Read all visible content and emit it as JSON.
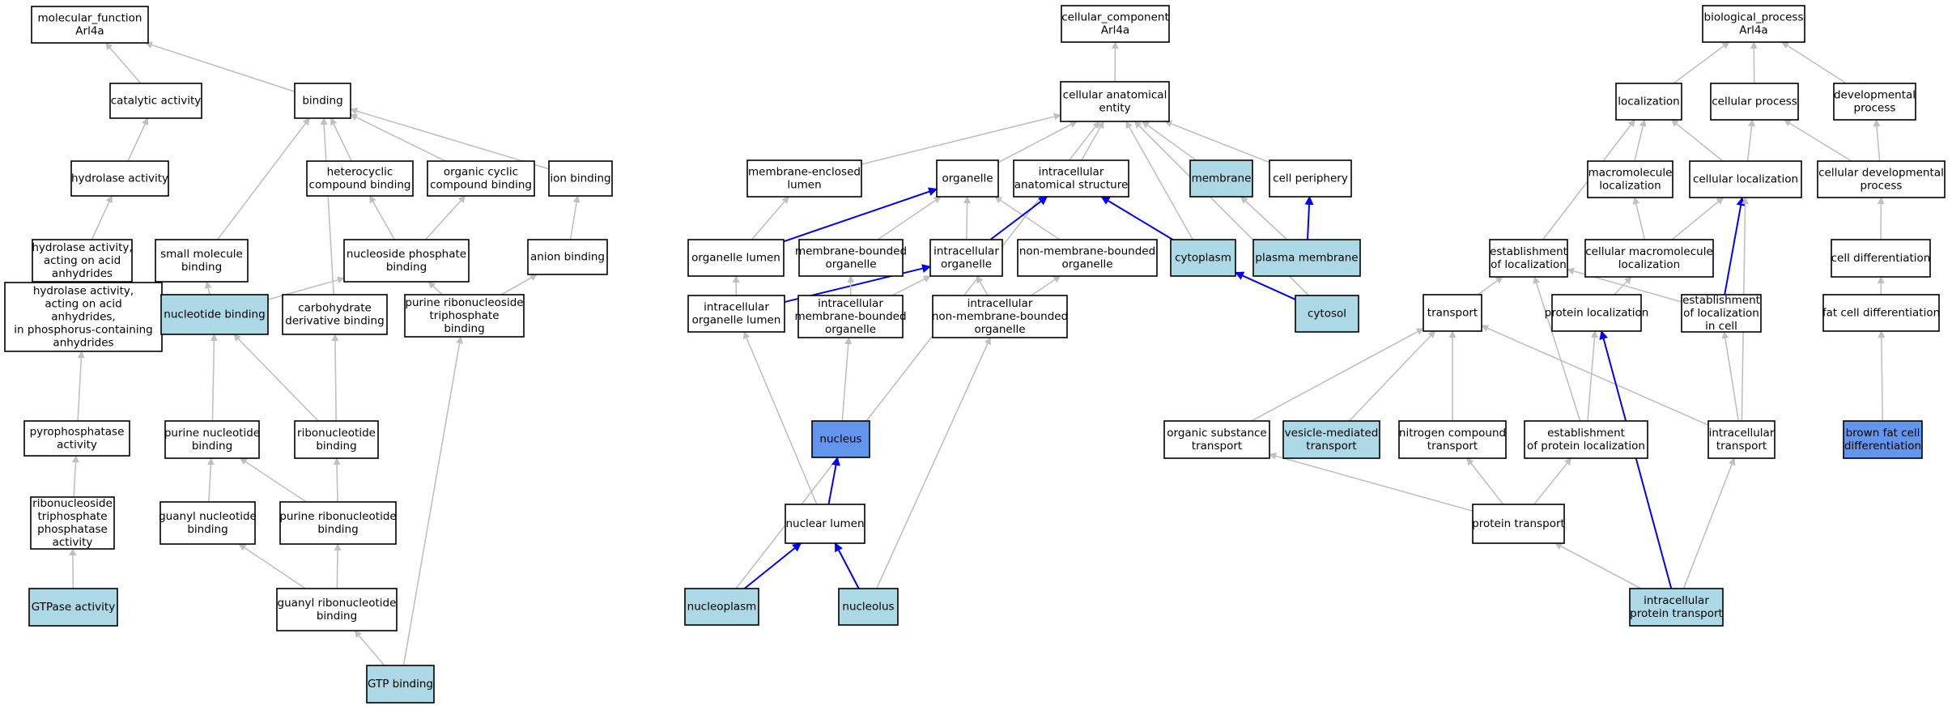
{
  "colors": {
    "default": "#ffffff",
    "light": "#add8e6",
    "strong": "#6495ed",
    "edge_gray": "#c0c0c0",
    "edge_blue": "#0000ff"
  },
  "nodes": [
    {
      "id": "mf_root",
      "label": [
        "molecular_function",
        "Arl4a"
      ],
      "fill": "default"
    },
    {
      "id": "catalytic",
      "label": [
        "catalytic activity"
      ],
      "fill": "default"
    },
    {
      "id": "binding",
      "label": [
        "binding"
      ],
      "fill": "default"
    },
    {
      "id": "hydrolase",
      "label": [
        "hydrolase activity"
      ],
      "fill": "default"
    },
    {
      "id": "heterocyclic",
      "label": [
        "heterocyclic",
        "compound binding"
      ],
      "fill": "default"
    },
    {
      "id": "organic_cyclic",
      "label": [
        "organic cyclic",
        "compound binding"
      ],
      "fill": "default"
    },
    {
      "id": "ion_binding",
      "label": [
        "ion binding"
      ],
      "fill": "default"
    },
    {
      "id": "hydrolase_anh",
      "label": [
        "hydrolase activity,",
        "acting on acid",
        "anhydrides"
      ],
      "fill": "default"
    },
    {
      "id": "small_molecule",
      "label": [
        "small molecule",
        "binding"
      ],
      "fill": "default"
    },
    {
      "id": "nucleoside_phosphate",
      "label": [
        "nucleoside phosphate",
        "binding"
      ],
      "fill": "default"
    },
    {
      "id": "anion_binding",
      "label": [
        "anion binding"
      ],
      "fill": "default"
    },
    {
      "id": "hydrolase_phos",
      "label": [
        "hydrolase activity,",
        "acting on acid",
        "anhydrides,",
        "in phosphorus-containing",
        "anhydrides"
      ],
      "fill": "default"
    },
    {
      "id": "nucleotide_binding",
      "label": [
        "nucleotide binding"
      ],
      "fill": "light"
    },
    {
      "id": "carbohydrate",
      "label": [
        "carbohydrate",
        "derivative binding"
      ],
      "fill": "default"
    },
    {
      "id": "purine_ribonucleoside_tp",
      "label": [
        "purine ribonucleoside",
        "triphosphate",
        "binding"
      ],
      "fill": "default"
    },
    {
      "id": "pyrophosphatase",
      "label": [
        "pyrophosphatase",
        "activity"
      ],
      "fill": "default"
    },
    {
      "id": "purine_nucleotide",
      "label": [
        "purine nucleotide",
        "binding"
      ],
      "fill": "default"
    },
    {
      "id": "ribonucleotide",
      "label": [
        "ribonucleotide",
        "binding"
      ],
      "fill": "default"
    },
    {
      "id": "ribonucleoside_tpase",
      "label": [
        "ribonucleoside",
        "triphosphate",
        "phosphatase",
        "activity"
      ],
      "fill": "default"
    },
    {
      "id": "guanyl_nucleotide",
      "label": [
        "guanyl nucleotide",
        "binding"
      ],
      "fill": "default"
    },
    {
      "id": "purine_ribonucleotide",
      "label": [
        "purine ribonucleotide",
        "binding"
      ],
      "fill": "default"
    },
    {
      "id": "gtpase",
      "label": [
        "GTPase activity"
      ],
      "fill": "light"
    },
    {
      "id": "guanyl_ribonucleotide",
      "label": [
        "guanyl ribonucleotide",
        "binding"
      ],
      "fill": "default"
    },
    {
      "id": "gtp_binding",
      "label": [
        "GTP binding"
      ],
      "fill": "light"
    },
    {
      "id": "cc_root",
      "label": [
        "cellular_component",
        "Arl4a"
      ],
      "fill": "default"
    },
    {
      "id": "cae",
      "label": [
        "cellular anatomical",
        "entity"
      ],
      "fill": "default"
    },
    {
      "id": "membrane_enclosed",
      "label": [
        "membrane-enclosed",
        "lumen"
      ],
      "fill": "default"
    },
    {
      "id": "organelle",
      "label": [
        "organelle"
      ],
      "fill": "default"
    },
    {
      "id": "intra_anat",
      "label": [
        "intracellular",
        "anatomical structure"
      ],
      "fill": "default"
    },
    {
      "id": "membrane",
      "label": [
        "membrane"
      ],
      "fill": "light"
    },
    {
      "id": "cell_periphery",
      "label": [
        "cell periphery"
      ],
      "fill": "default"
    },
    {
      "id": "organelle_lumen",
      "label": [
        "organelle lumen"
      ],
      "fill": "default"
    },
    {
      "id": "membrane_bounded",
      "label": [
        "membrane-bounded",
        "organelle"
      ],
      "fill": "default"
    },
    {
      "id": "intra_organelle",
      "label": [
        "intracellular",
        "organelle"
      ],
      "fill": "default"
    },
    {
      "id": "non_membrane",
      "label": [
        "non-membrane-bounded",
        "organelle"
      ],
      "fill": "default"
    },
    {
      "id": "cytoplasm",
      "label": [
        "cytoplasm"
      ],
      "fill": "light"
    },
    {
      "id": "plasma_membrane",
      "label": [
        "plasma membrane"
      ],
      "fill": "light"
    },
    {
      "id": "intra_organelle_lumen",
      "label": [
        "intracellular",
        "organelle lumen"
      ],
      "fill": "default"
    },
    {
      "id": "intra_mb_organelle",
      "label": [
        "intracellular",
        "membrane-bounded",
        "organelle"
      ],
      "fill": "default"
    },
    {
      "id": "intra_nmb_organelle",
      "label": [
        "intracellular",
        "non-membrane-bounded",
        "organelle"
      ],
      "fill": "default"
    },
    {
      "id": "cytosol",
      "label": [
        "cytosol"
      ],
      "fill": "light"
    },
    {
      "id": "nucleus",
      "label": [
        "nucleus"
      ],
      "fill": "strong"
    },
    {
      "id": "nuclear_lumen",
      "label": [
        "nuclear lumen"
      ],
      "fill": "default"
    },
    {
      "id": "nucleoplasm",
      "label": [
        "nucleoplasm"
      ],
      "fill": "light"
    },
    {
      "id": "nucleolus",
      "label": [
        "nucleolus"
      ],
      "fill": "light"
    },
    {
      "id": "bp_root",
      "label": [
        "biological_process",
        "Arl4a"
      ],
      "fill": "default"
    },
    {
      "id": "localization",
      "label": [
        "localization"
      ],
      "fill": "default"
    },
    {
      "id": "cellular_process",
      "label": [
        "cellular process"
      ],
      "fill": "default"
    },
    {
      "id": "developmental",
      "label": [
        "developmental",
        "process"
      ],
      "fill": "default"
    },
    {
      "id": "macromolecule_loc",
      "label": [
        "macromolecule",
        "localization"
      ],
      "fill": "default"
    },
    {
      "id": "cellular_loc",
      "label": [
        "cellular localization"
      ],
      "fill": "default"
    },
    {
      "id": "cellular_dev",
      "label": [
        "cellular developmental",
        "process"
      ],
      "fill": "default"
    },
    {
      "id": "establishment_loc",
      "label": [
        "establishment",
        "of localization"
      ],
      "fill": "default"
    },
    {
      "id": "cellular_macro_loc",
      "label": [
        "cellular macromolecule",
        "localization"
      ],
      "fill": "default"
    },
    {
      "id": "cell_diff",
      "label": [
        "cell differentiation"
      ],
      "fill": "default"
    },
    {
      "id": "transport",
      "label": [
        "transport"
      ],
      "fill": "default"
    },
    {
      "id": "protein_loc",
      "label": [
        "protein localization"
      ],
      "fill": "default"
    },
    {
      "id": "establishment_loc_cell",
      "label": [
        "establishment",
        "of localization",
        "in cell"
      ],
      "fill": "default"
    },
    {
      "id": "fat_cell_diff",
      "label": [
        "fat cell differentiation"
      ],
      "fill": "default"
    },
    {
      "id": "organic_substance",
      "label": [
        "organic substance",
        "transport"
      ],
      "fill": "default"
    },
    {
      "id": "vesicle_mediated",
      "label": [
        "vesicle-mediated",
        "transport"
      ],
      "fill": "light"
    },
    {
      "id": "nitrogen_compound",
      "label": [
        "nitrogen compound",
        "transport"
      ],
      "fill": "default"
    },
    {
      "id": "establishment_protein_loc",
      "label": [
        "establishment",
        "of protein localization"
      ],
      "fill": "default"
    },
    {
      "id": "intracellular_transport",
      "label": [
        "intracellular",
        "transport"
      ],
      "fill": "default"
    },
    {
      "id": "brown_fat",
      "label": [
        "brown fat cell",
        "differentiation"
      ],
      "fill": "strong"
    },
    {
      "id": "protein_transport",
      "label": [
        "protein transport"
      ],
      "fill": "default"
    },
    {
      "id": "intracellular_protein_transport",
      "label": [
        "intracellular",
        "protein transport"
      ],
      "fill": "light"
    }
  ],
  "edges": [
    {
      "from": "catalytic",
      "to": "mf_root",
      "color": "gray"
    },
    {
      "from": "binding",
      "to": "mf_root",
      "color": "gray"
    },
    {
      "from": "hydrolase",
      "to": "catalytic",
      "color": "gray"
    },
    {
      "from": "hydrolase_anh",
      "to": "hydrolase",
      "color": "gray"
    },
    {
      "from": "hydrolase_phos",
      "to": "hydrolase_anh",
      "color": "gray"
    },
    {
      "from": "pyrophosphatase",
      "to": "hydrolase_phos",
      "color": "gray"
    },
    {
      "from": "ribonucleoside_tpase",
      "to": "pyrophosphatase",
      "color": "gray"
    },
    {
      "from": "gtpase",
      "to": "ribonucleoside_tpase",
      "color": "gray"
    },
    {
      "from": "heterocyclic",
      "to": "binding",
      "color": "gray"
    },
    {
      "from": "organic_cyclic",
      "to": "binding",
      "color": "gray"
    },
    {
      "from": "ion_binding",
      "to": "binding",
      "color": "gray"
    },
    {
      "from": "small_molecule",
      "to": "binding",
      "color": "gray"
    },
    {
      "from": "carbohydrate",
      "to": "binding",
      "color": "gray"
    },
    {
      "from": "nucleoside_phosphate",
      "to": "heterocyclic",
      "color": "gray"
    },
    {
      "from": "nucleoside_phosphate",
      "to": "organic_cyclic",
      "color": "gray"
    },
    {
      "from": "anion_binding",
      "to": "ion_binding",
      "color": "gray"
    },
    {
      "from": "nucleotide_binding",
      "to": "small_molecule",
      "color": "gray"
    },
    {
      "from": "nucleotide_binding",
      "to": "nucleoside_phosphate",
      "color": "gray"
    },
    {
      "from": "purine_ribonucleoside_tp",
      "to": "nucleoside_phosphate",
      "color": "gray"
    },
    {
      "from": "purine_ribonucleoside_tp",
      "to": "anion_binding",
      "color": "gray"
    },
    {
      "from": "purine_nucleotide",
      "to": "nucleotide_binding",
      "color": "gray"
    },
    {
      "from": "ribonucleotide",
      "to": "nucleotide_binding",
      "color": "gray"
    },
    {
      "from": "ribonucleotide",
      "to": "carbohydrate",
      "color": "gray"
    },
    {
      "from": "guanyl_nucleotide",
      "to": "purine_nucleotide",
      "color": "gray"
    },
    {
      "from": "purine_ribonucleotide",
      "to": "purine_nucleotide",
      "color": "gray"
    },
    {
      "from": "purine_ribonucleotide",
      "to": "ribonucleotide",
      "color": "gray"
    },
    {
      "from": "guanyl_ribonucleotide",
      "to": "guanyl_nucleotide",
      "color": "gray"
    },
    {
      "from": "guanyl_ribonucleotide",
      "to": "purine_ribonucleotide",
      "color": "gray"
    },
    {
      "from": "gtp_binding",
      "to": "guanyl_ribonucleotide",
      "color": "gray"
    },
    {
      "from": "gtp_binding",
      "to": "purine_ribonucleoside_tp",
      "color": "gray"
    },
    {
      "from": "cae",
      "to": "cc_root",
      "color": "gray"
    },
    {
      "from": "membrane_enclosed",
      "to": "cae",
      "color": "gray"
    },
    {
      "from": "organelle",
      "to": "cae",
      "color": "gray"
    },
    {
      "from": "intra_anat",
      "to": "cae",
      "color": "gray"
    },
    {
      "from": "membrane",
      "to": "cae",
      "color": "gray"
    },
    {
      "from": "cell_periphery",
      "to": "cae",
      "color": "gray"
    },
    {
      "from": "cytoplasm",
      "to": "cae",
      "color": "gray"
    },
    {
      "from": "cytosol",
      "to": "cae",
      "color": "gray"
    },
    {
      "from": "nucleoplasm",
      "to": "cae",
      "color": "gray"
    },
    {
      "from": "organelle_lumen",
      "to": "membrane_enclosed",
      "color": "gray"
    },
    {
      "from": "organelle_lumen",
      "to": "organelle",
      "color": "blue"
    },
    {
      "from": "membrane_bounded",
      "to": "organelle",
      "color": "gray"
    },
    {
      "from": "intra_organelle",
      "to": "organelle",
      "color": "gray"
    },
    {
      "from": "non_membrane",
      "to": "organelle",
      "color": "gray"
    },
    {
      "from": "intra_organelle",
      "to": "intra_anat",
      "color": "blue"
    },
    {
      "from": "cytoplasm",
      "to": "intra_anat",
      "color": "blue"
    },
    {
      "from": "plasma_membrane",
      "to": "membrane",
      "color": "gray"
    },
    {
      "from": "plasma_membrane",
      "to": "cell_periphery",
      "color": "blue"
    },
    {
      "from": "intra_organelle_lumen",
      "to": "organelle_lumen",
      "color": "gray"
    },
    {
      "from": "intra_organelle_lumen",
      "to": "intra_organelle",
      "color": "blue"
    },
    {
      "from": "intra_mb_organelle",
      "to": "membrane_bounded",
      "color": "gray"
    },
    {
      "from": "intra_mb_organelle",
      "to": "intra_organelle",
      "color": "gray"
    },
    {
      "from": "intra_nmb_organelle",
      "to": "intra_organelle",
      "color": "gray"
    },
    {
      "from": "intra_nmb_organelle",
      "to": "non_membrane",
      "color": "gray"
    },
    {
      "from": "cytosol",
      "to": "cytoplasm",
      "color": "blue"
    },
    {
      "from": "nucleus",
      "to": "intra_mb_organelle",
      "color": "gray"
    },
    {
      "from": "nuclear_lumen",
      "to": "nucleus",
      "color": "blue"
    },
    {
      "from": "nuclear_lumen",
      "to": "intra_organelle_lumen",
      "color": "gray"
    },
    {
      "from": "nucleoplasm",
      "to": "nuclear_lumen",
      "color": "blue"
    },
    {
      "from": "nucleolus",
      "to": "nuclear_lumen",
      "color": "blue"
    },
    {
      "from": "nucleolus",
      "to": "intra_nmb_organelle",
      "color": "gray"
    },
    {
      "from": "localization",
      "to": "bp_root",
      "color": "gray"
    },
    {
      "from": "cellular_process",
      "to": "bp_root",
      "color": "gray"
    },
    {
      "from": "developmental",
      "to": "bp_root",
      "color": "gray"
    },
    {
      "from": "macromolecule_loc",
      "to": "localization",
      "color": "gray"
    },
    {
      "from": "cellular_loc",
      "to": "localization",
      "color": "gray"
    },
    {
      "from": "cellular_loc",
      "to": "cellular_process",
      "color": "gray"
    },
    {
      "from": "cellular_dev",
      "to": "cellular_process",
      "color": "gray"
    },
    {
      "from": "cellular_dev",
      "to": "developmental",
      "color": "gray"
    },
    {
      "from": "establishment_loc",
      "to": "localization",
      "color": "gray"
    },
    {
      "from": "cellular_macro_loc",
      "to": "macromolecule_loc",
      "color": "gray"
    },
    {
      "from": "cellular_macro_loc",
      "to": "cellular_loc",
      "color": "gray"
    },
    {
      "from": "cell_diff",
      "to": "cellular_dev",
      "color": "gray"
    },
    {
      "from": "transport",
      "to": "establishment_loc",
      "color": "gray"
    },
    {
      "from": "protein_loc",
      "to": "cellular_macro_loc",
      "color": "gray"
    },
    {
      "from": "establishment_loc_cell",
      "to": "establishment_loc",
      "color": "gray"
    },
    {
      "from": "establishment_loc_cell",
      "to": "cellular_loc",
      "color": "blue"
    },
    {
      "from": "fat_cell_diff",
      "to": "cell_diff",
      "color": "gray"
    },
    {
      "from": "organic_substance",
      "to": "transport",
      "color": "gray"
    },
    {
      "from": "vesicle_mediated",
      "to": "transport",
      "color": "gray"
    },
    {
      "from": "nitrogen_compound",
      "to": "transport",
      "color": "gray"
    },
    {
      "from": "establishment_protein_loc",
      "to": "protein_loc",
      "color": "gray"
    },
    {
      "from": "establishment_protein_loc",
      "to": "establishment_loc",
      "color": "gray"
    },
    {
      "from": "intracellular_transport",
      "to": "transport",
      "color": "gray"
    },
    {
      "from": "intracellular_transport",
      "to": "establishment_loc_cell",
      "color": "gray"
    },
    {
      "from": "intracellular_transport",
      "to": "cellular_loc",
      "color": "gray"
    },
    {
      "from": "brown_fat",
      "to": "fat_cell_diff",
      "color": "gray"
    },
    {
      "from": "protein_transport",
      "to": "organic_substance",
      "color": "gray"
    },
    {
      "from": "protein_transport",
      "to": "nitrogen_compound",
      "color": "gray"
    },
    {
      "from": "protein_transport",
      "to": "establishment_protein_loc",
      "color": "gray"
    },
    {
      "from": "intracellular_protein_transport",
      "to": "protein_transport",
      "color": "gray"
    },
    {
      "from": "intracellular_protein_transport",
      "to": "intracellular_transport",
      "color": "gray"
    },
    {
      "from": "intracellular_protein_transport",
      "to": "protein_loc",
      "color": "blue"
    }
  ]
}
